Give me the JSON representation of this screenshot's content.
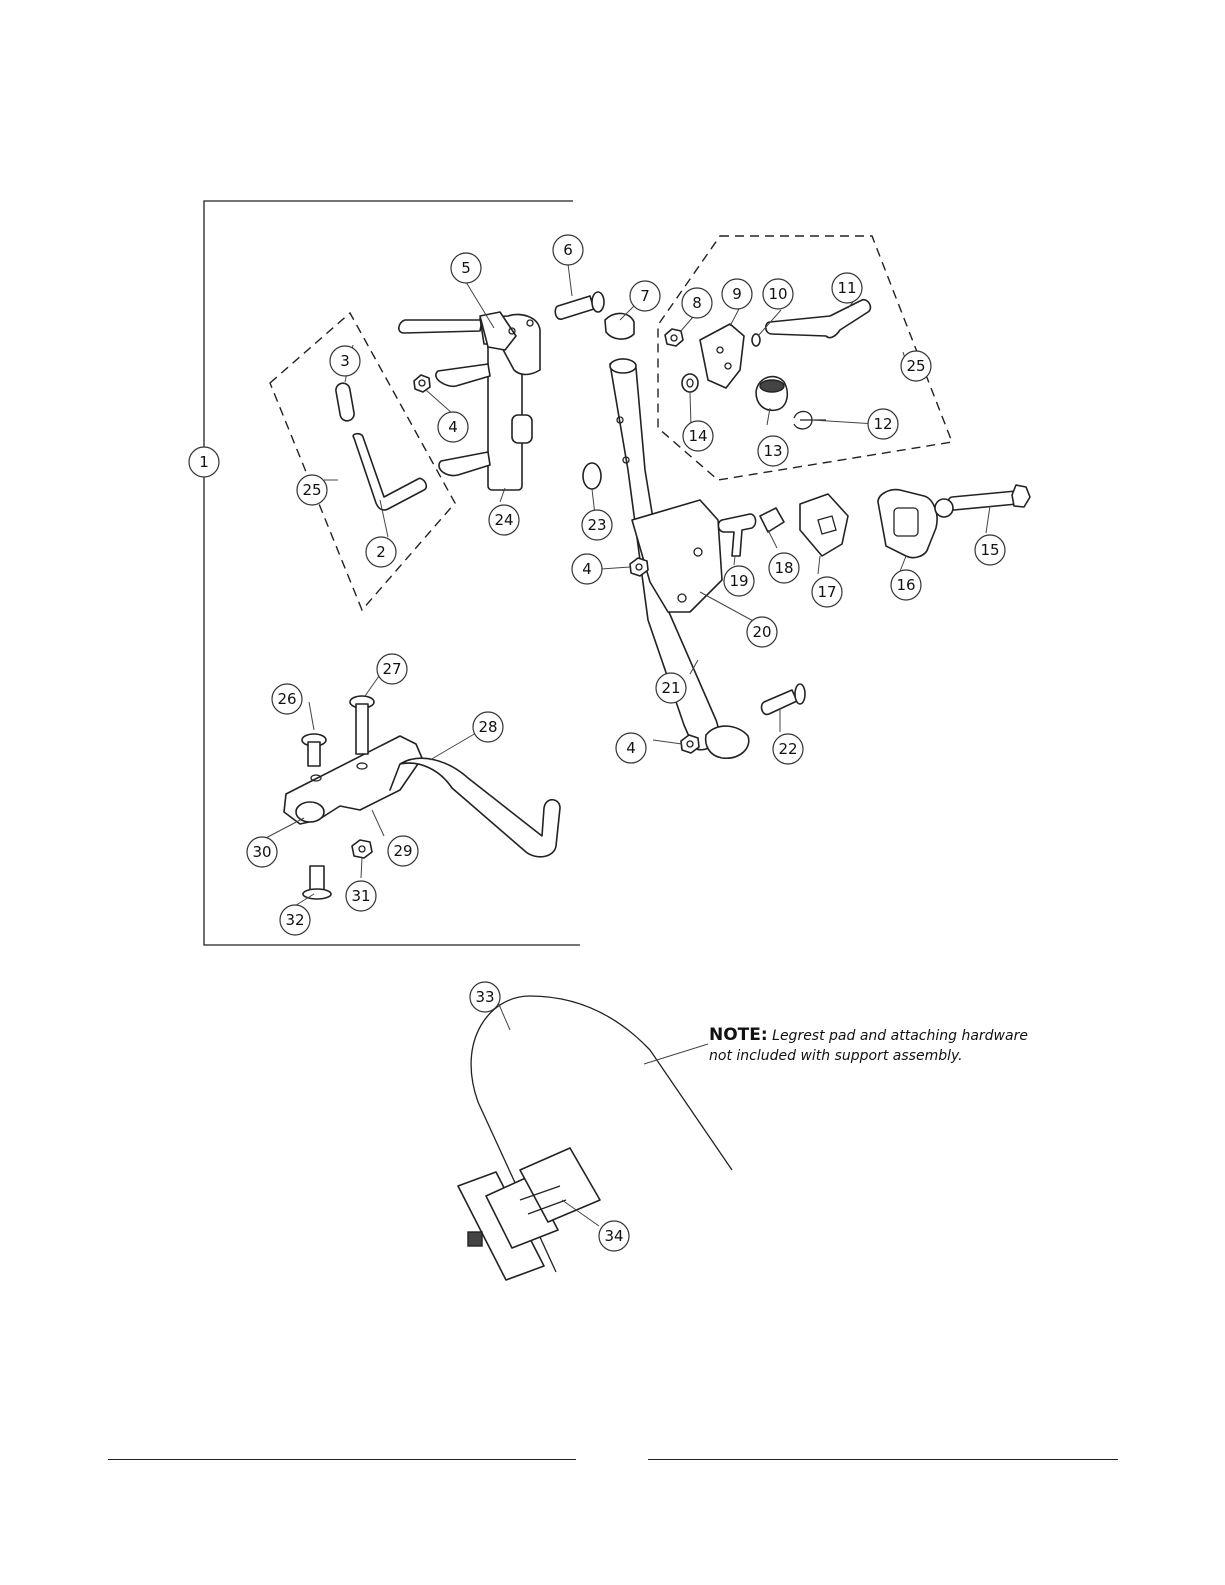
{
  "diagram": {
    "callouts": {
      "c1": "1",
      "c2": "2",
      "c3": "3",
      "c4a": "4",
      "c4b": "4",
      "c4c": "4",
      "c5": "5",
      "c6": "6",
      "c7": "7",
      "c8": "8",
      "c9": "9",
      "c10": "10",
      "c11": "11",
      "c12": "12",
      "c13": "13",
      "c14": "14",
      "c15": "15",
      "c16": "16",
      "c17": "17",
      "c18": "18",
      "c19": "19",
      "c20": "20",
      "c21": "21",
      "c22": "22",
      "c23": "23",
      "c24": "24",
      "c25a": "25",
      "c25b": "25",
      "c26": "26",
      "c27": "27",
      "c28": "28",
      "c29": "29",
      "c30": "30",
      "c31": "31",
      "c32": "32",
      "c33": "33",
      "c34": "34"
    }
  },
  "note": {
    "label": "NOTE:",
    "text": "Legrest pad and attaching hardware not included with support assembly."
  }
}
